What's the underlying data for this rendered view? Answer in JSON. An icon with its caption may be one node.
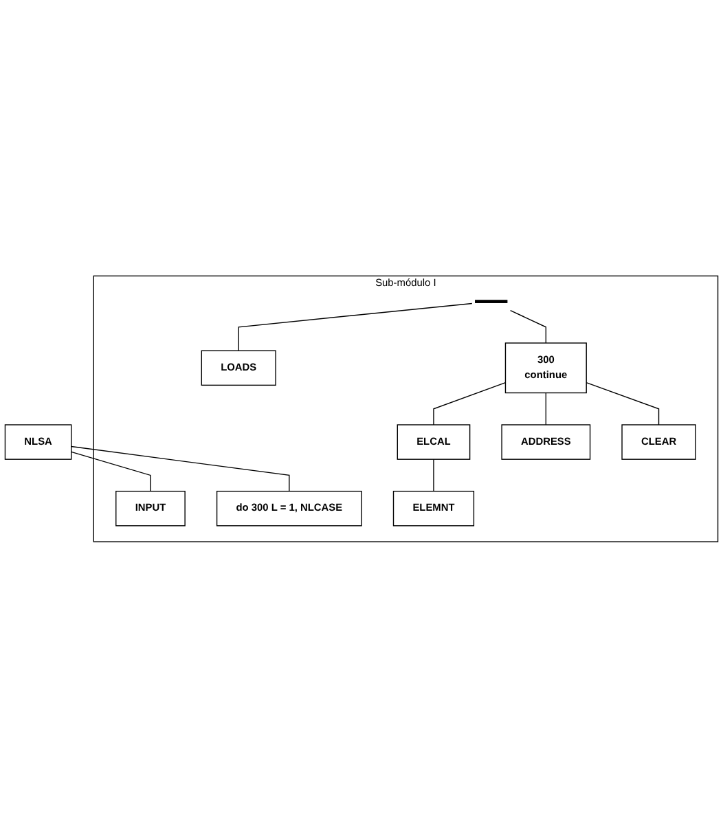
{
  "diagram": {
    "nodes": [
      {
        "text": [
          "NLSA"
        ]
      },
      {
        "text": [
          "Sub-módulo I"
        ]
      },
      {
        "text": [
          "INPUT"
        ],
        "in": 1
      },
      {
        "text": [
          "do 300 L = 1, NLCASE"
        ],
        "in": 1
      },
      {
        "text": [],
        "shape": "bar",
        "in": 1
      },
      {
        "text": [
          "LOADS"
        ],
        "in": 1
      },
      {
        "text": [
          "300",
          "continue"
        ],
        "in": 1
      },
      {
        "text": [
          "ELCAL"
        ],
        "in": 1
      },
      {
        "text": [
          "ELEMNT"
        ],
        "in": 1
      },
      {
        "text": [
          "ADDRESS"
        ],
        "in": 1
      },
      {
        "text": [
          "CLEAR"
        ],
        "in": 1
      }
    ],
    "edges": [
      {
        "from": 0,
        "to": 2,
        "arrow": "none"
      },
      {
        "from": 0,
        "to": 3,
        "arrow": "none"
      },
      {
        "from": 4,
        "to": 5,
        "arrow": "none"
      },
      {
        "from": 4,
        "to": 6,
        "arrow": "none"
      },
      {
        "from": 6,
        "to": 7,
        "arrow": "none"
      },
      {
        "from": 7,
        "to": 8,
        "arrow": "none"
      },
      {
        "from": 6,
        "to": 9,
        "arrow": "none"
      },
      {
        "from": 6,
        "to": 10,
        "arrow": "none"
      }
    ]
  }
}
